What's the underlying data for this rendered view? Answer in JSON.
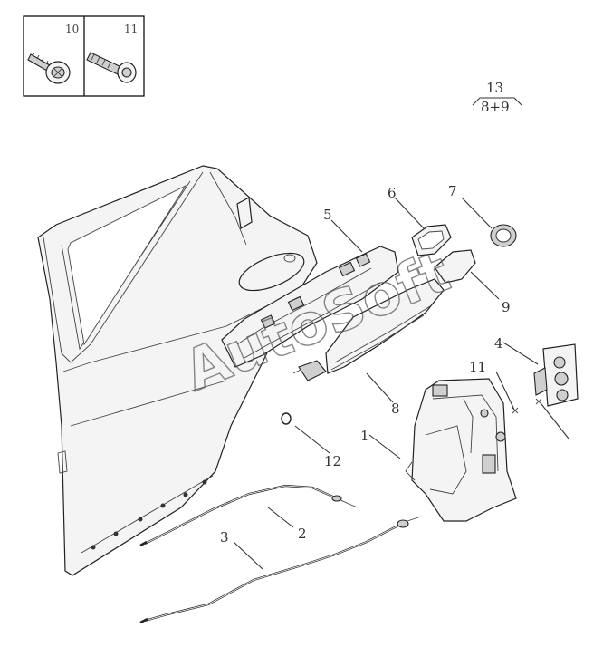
{
  "inset": {
    "label_left": "10",
    "label_right": "11"
  },
  "assembly": {
    "number": "13",
    "components": "8+9"
  },
  "callouts": [
    "1",
    "2",
    "3",
    "4",
    "5",
    "6",
    "7",
    "8",
    "9",
    "11",
    "12"
  ],
  "watermark": "AutoSoft",
  "icons": [
    "torx-screw-icon",
    "bolt-icon",
    "rear-door-icon",
    "door-lock-icon",
    "handle-bracket-icon",
    "cable-icon"
  ]
}
